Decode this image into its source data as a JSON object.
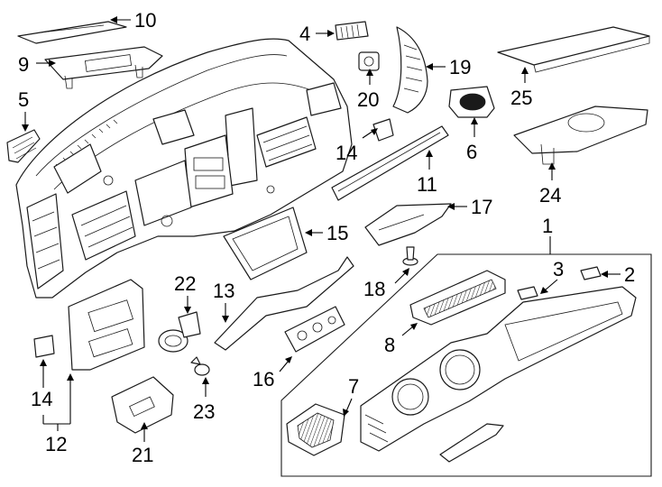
{
  "callouts": [
    {
      "id": "c1",
      "text": "1"
    },
    {
      "id": "c2",
      "text": "2"
    },
    {
      "id": "c3",
      "text": "3"
    },
    {
      "id": "c4",
      "text": "4"
    },
    {
      "id": "c5",
      "text": "5"
    },
    {
      "id": "c6",
      "text": "6"
    },
    {
      "id": "c7",
      "text": "7"
    },
    {
      "id": "c8",
      "text": "8"
    },
    {
      "id": "c9",
      "text": "9"
    },
    {
      "id": "c10",
      "text": "10"
    },
    {
      "id": "c11",
      "text": "11"
    },
    {
      "id": "c12",
      "text": "12"
    },
    {
      "id": "c13",
      "text": "13"
    },
    {
      "id": "c14a",
      "text": "14"
    },
    {
      "id": "c14b",
      "text": "14"
    },
    {
      "id": "c15",
      "text": "15"
    },
    {
      "id": "c16",
      "text": "16"
    },
    {
      "id": "c17",
      "text": "17"
    },
    {
      "id": "c18",
      "text": "18"
    },
    {
      "id": "c19",
      "text": "19"
    },
    {
      "id": "c20",
      "text": "20"
    },
    {
      "id": "c21",
      "text": "21"
    },
    {
      "id": "c22",
      "text": "22"
    },
    {
      "id": "c23",
      "text": "23"
    },
    {
      "id": "c24",
      "text": "24"
    },
    {
      "id": "c25",
      "text": "25"
    }
  ]
}
